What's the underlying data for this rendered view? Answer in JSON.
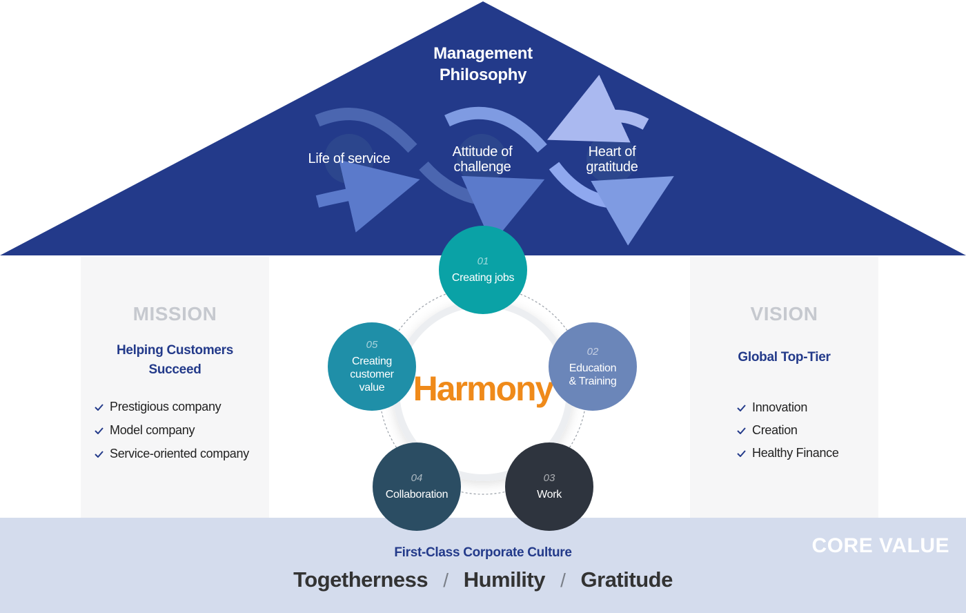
{
  "management": {
    "title_line1": "Management",
    "title_line2": "Philosophy",
    "cycles": [
      {
        "line1": "Life of service",
        "line2": ""
      },
      {
        "line1": "Attitude of",
        "line2": "challenge"
      },
      {
        "line1": "Heart of",
        "line2": "gratitude"
      }
    ]
  },
  "mission": {
    "heading": "MISSION",
    "subtitle_line1": "Helping Customers",
    "subtitle_line2": "Succeed",
    "items": [
      "Prestigious company",
      "Model company",
      "Service-oriented company"
    ]
  },
  "vision": {
    "heading": "VISION",
    "subtitle": "Global Top-Tier",
    "items": [
      "Innovation",
      "Creation",
      "Healthy Finance"
    ]
  },
  "harmony": {
    "center_label": "Harmony",
    "values": [
      {
        "num": "01",
        "line1": "Creating jobs",
        "line2": "",
        "line3": ""
      },
      {
        "num": "02",
        "line1": "Education",
        "line2": "& Training",
        "line3": ""
      },
      {
        "num": "03",
        "line1": "Work",
        "line2": "",
        "line3": ""
      },
      {
        "num": "04",
        "line1": "Collaboration",
        "line2": "",
        "line3": ""
      },
      {
        "num": "05",
        "line1": "Creating",
        "line2": "customer",
        "line3": "value"
      }
    ]
  },
  "core": {
    "heading": "CORE VALUE",
    "subtitle": "First-Class Corporate Culture",
    "values": [
      "Togetherness",
      "Humility",
      "Gratitude"
    ],
    "separator": "/"
  },
  "colors": {
    "roof": "#233a8a",
    "circle_01": "#0aa2a6",
    "circle_02": "#6b86b9",
    "circle_03": "#2e343e",
    "circle_04": "#2b4d63",
    "circle_05": "#1f8fa8",
    "accent_orange": "#ef8a1a",
    "base_band": "#d4dced"
  }
}
